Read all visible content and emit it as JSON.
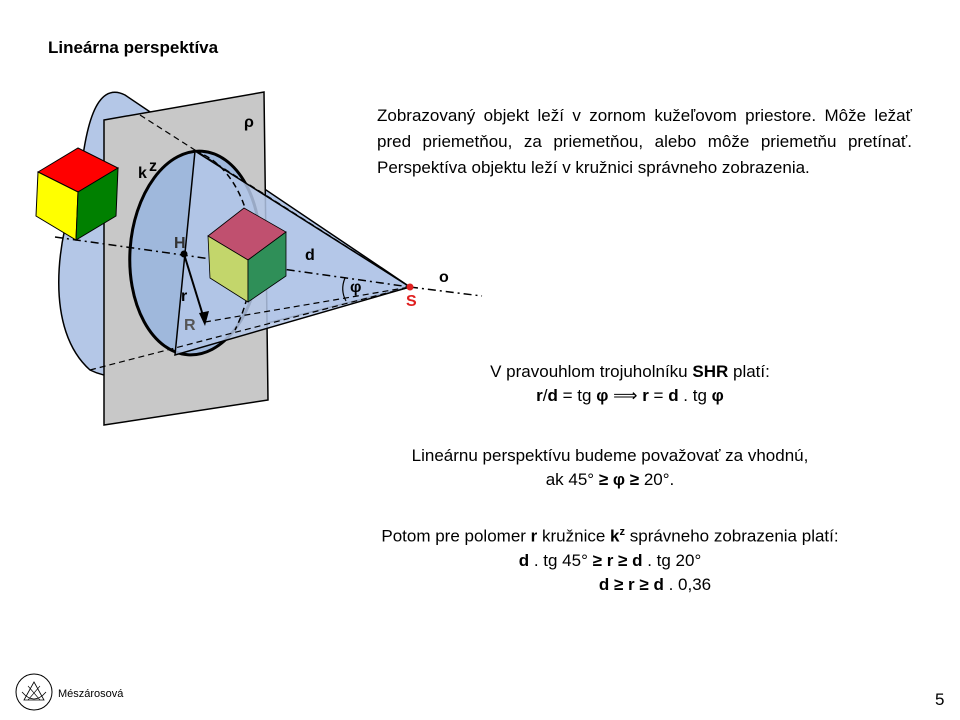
{
  "title": "Lineárna perspektíva",
  "paragraph": "Zobrazovaný objekt leží v zornom kužeľovom priestore. Môže ležať pred priemetňou, za priemetňou, alebo môže priemetňu pretínať. Perspektíva objektu leží v kružnici správneho zobrazenia.",
  "block1": {
    "line1_pre": "V pravouhlom trojuholníku ",
    "line1_bold": "SHR",
    "line1_post": " platí:",
    "line2": {
      "r": "r",
      "slash": "/",
      "d": "d",
      "eq": " = tg ",
      "phi": "φ",
      "implies": "  ⟹  ",
      "r2": "r",
      "eq2": " = ",
      "d2": "d",
      "tail": " . tg ",
      "phi2": "φ"
    }
  },
  "block2": {
    "line1": "Lineárnu perspektívu budeme považovať za vhodnú,",
    "line2_pre": "ak 45° ",
    "ge1": "≥",
    "phi": " φ ",
    "ge2": "≥",
    "line2_post": " 20°."
  },
  "block3": {
    "l1_pre": "Potom  pre polomer ",
    "l1_r": "r",
    "l1_mid": " kružnice ",
    "l1_k": "k",
    "l1_sup": "z",
    "l1_post": " správneho zobrazenia platí:",
    "l2_d": "d",
    "l2_a": " . tg 45° ",
    "l2_ge": "≥",
    "l2_r": " r ",
    "l2_ge2": "≥",
    "l2_d2": " d",
    "l2_b": " . tg 20°",
    "l3_d": "d",
    "l3_ge": " ≥ ",
    "l3_r": "r",
    "l3_ge2": " ≥ ",
    "l3_d2": "d",
    "l3_b": " . 0,36"
  },
  "figure": {
    "labels": {
      "rho": "ρ",
      "k": "k",
      "k_sup": "z",
      "H": "H",
      "d": "d",
      "r": "r",
      "R": "R",
      "phi": "φ",
      "S": "S",
      "o": "o"
    },
    "colors": {
      "cone": "#b4c7e7",
      "plane": "#c8c8c8",
      "ellipse": "#9fb8dc",
      "S_red": "#e02020",
      "cube_red": "#ff0000",
      "cube_yellow": "#ffff00",
      "cube_green": "#008000",
      "cube2_top": "#c0506f",
      "cube2_left": "#c3d66b",
      "cube2_right": "#2f8f58"
    }
  },
  "footer": {
    "author": "Mészárosová",
    "page": "5"
  }
}
